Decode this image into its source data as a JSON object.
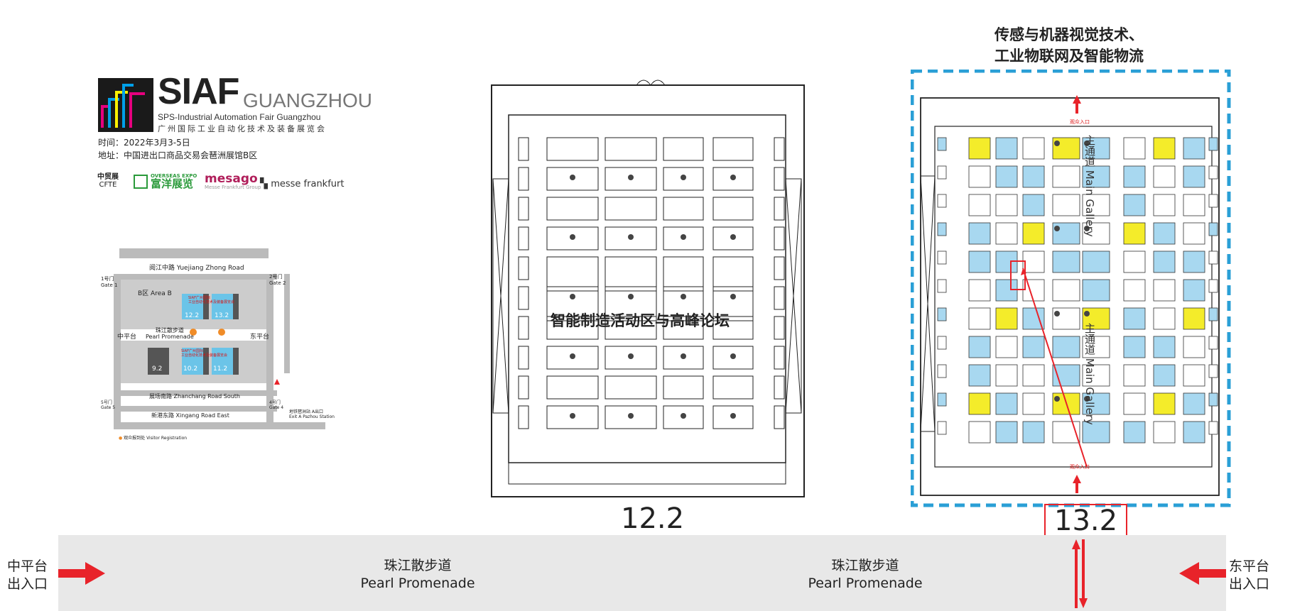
{
  "logo": {
    "brand": "SIAF",
    "city": "GUANGZHOU",
    "fair_name_en": "SPS-Industrial Automation Fair Guangzhou",
    "fair_name_cn": "广州国际工业自动化技术及装备展览会"
  },
  "event": {
    "date": "时间：2022年3月3-5日",
    "address": "地址：中国进出口商品交易会琶洲展馆B区"
  },
  "organizers": {
    "cfte_cn": "中贸展",
    "cfte_en": "CFTE",
    "overseas_expo_en": "OVERSEAS EXPO",
    "overseas_expo_cn": "富洋展览",
    "mesago": "mesago",
    "mesago_sub": "Messe Frankfurt Group",
    "messe_frankfurt": "messe frankfurt"
  },
  "venue_map": {
    "north_road": "阅江中路   Yuejiang Zhong Road",
    "gate1": "1号门\nGate 1",
    "gate2": "2号门\nGate 2",
    "area": "B区 Area B",
    "hall_12": "12.2",
    "hall_13": "13.2",
    "promenade": "珠江散步道\nPearl Promenade",
    "central_platform": "中平台",
    "east_platform": "东平台",
    "halls_row2": [
      "9.2",
      "10.2",
      "11.2"
    ],
    "south_road": "展场南路    Zhanchang Road South",
    "gate5": "5号门\nGate 5",
    "gate4": "4号门\nGate 4",
    "xingang_road": "新港东路    Xingang Road East",
    "metro": "地铁琶洲站 A出口\nExit A Pazhou Station",
    "registration": "观众报到处 Visitor Registration",
    "red_label_1": "SIAF广州国际\n工业自动化技术及装备展览会",
    "red_label_2": "SIAF广州国际\n工业自动化技术及装备展览会"
  },
  "hall_122": {
    "label": "12.2",
    "zone": "智能制造活动区与高峰论坛"
  },
  "hall_132": {
    "label": "13.2",
    "title_line1": "传感与机器视觉技术、",
    "title_line2": "工业物联网及智能物流",
    "gallery": "主通道 Main Gallery",
    "entrance": "观众入口"
  },
  "promenade": {
    "left_cn": "珠江散步道",
    "left_en": "Pearl Promenade",
    "right_cn": "珠江散步道",
    "right_en": "Pearl Promenade",
    "west_entry_1": "中平台",
    "west_entry_2": "出入口",
    "east_entry_1": "东平台",
    "east_entry_2": "出入口"
  },
  "colors": {
    "booth_blue": "#a8d8f0",
    "booth_yellow": "#f4ec2a",
    "accent_red": "#e8232a",
    "outline_blue": "#2a9fd6",
    "promenade_grey": "#e8e8e8"
  }
}
